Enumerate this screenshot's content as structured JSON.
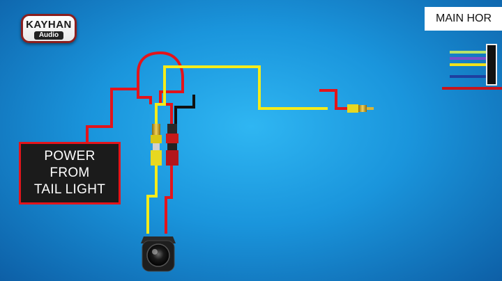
{
  "logo": {
    "brand": "KAYHAN",
    "sub": "Audio"
  },
  "main_label": "MAIN HOR",
  "power_box": {
    "line1": "POWER",
    "line2": "FROM",
    "line3": "TAIL LIGHT"
  },
  "colors": {
    "background": "#1a95dc",
    "wire_red": "#e3141b",
    "wire_yellow": "#f5ec1a",
    "wire_black": "#111111",
    "harness_green": "#b7e36a",
    "harness_purple": "#7b4fc9",
    "harness_yellow": "#f0e21c",
    "harness_blue": "#1e3fa0",
    "harness_red": "#c8141b"
  }
}
